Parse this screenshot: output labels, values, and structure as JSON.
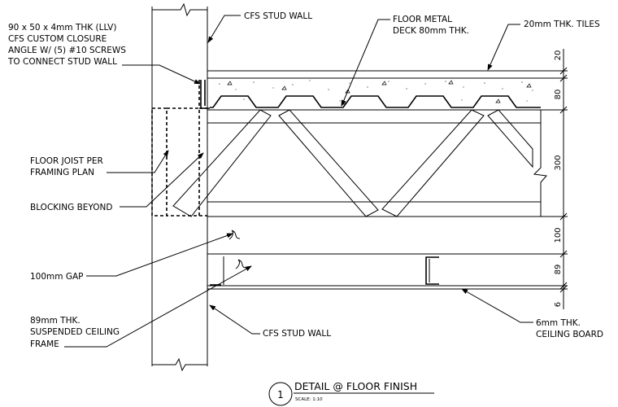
{
  "labels": {
    "closure_angle": [
      "90 x 50 x 4mm THK (LLV)",
      "CFS CUSTOM CLOSURE",
      "ANGLE W/ (5) #10 SCREWS",
      "TO CONNECT STUD WALL"
    ],
    "stud_wall_top": "CFS STUD WALL",
    "floor_deck": [
      "FLOOR METAL",
      "DECK 80mm THK."
    ],
    "tiles": "20mm THK. TILES",
    "floor_joist": [
      "FLOOR JOIST PER",
      "FRAMING PLAN"
    ],
    "blocking": "BLOCKING BEYOND",
    "gap": "100mm GAP",
    "ceiling_frame": [
      "89mm THK.",
      "SUSPENDED CEILING",
      "FRAME"
    ],
    "stud_wall_bottom": "CFS STUD WALL",
    "ceiling_board": [
      "6mm THK.",
      "CEILING BOARD"
    ]
  },
  "dimensions": [
    "20",
    "80",
    "300",
    "100",
    "89",
    "6"
  ],
  "title": {
    "number": "1",
    "text": "DETAIL @ FLOOR FINISH",
    "scale": "SCALE: 1:10"
  }
}
